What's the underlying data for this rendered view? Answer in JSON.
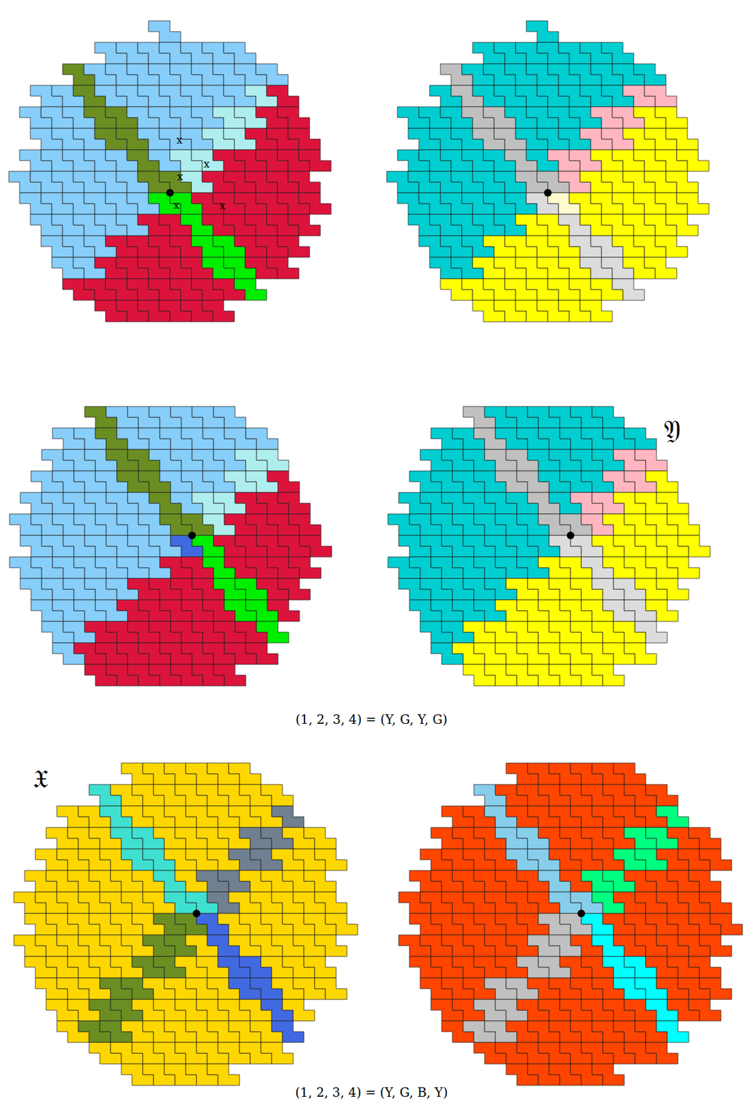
{
  "diagram": {
    "labels": [
      "x",
      "x",
      "x",
      "x",
      "x",
      "𝔜",
      "(1, 2, 3, 4) = (Y, G, Y, G)",
      "𝔛",
      "(1, 2, 3, 4) = (Y, G, B, Y)"
    ]
  }
}
